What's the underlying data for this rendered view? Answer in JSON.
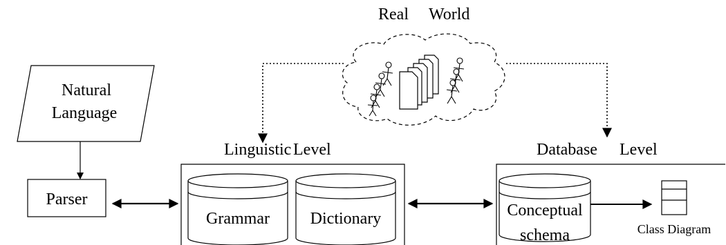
{
  "diagram": {
    "real_world": {
      "label_1": "Real",
      "label_2": "World"
    },
    "natural_language": {
      "line_1": "Natural",
      "line_2": "Language"
    },
    "parser": {
      "label": "Parser"
    },
    "linguistic_level": {
      "label_1": "Linguistic",
      "label_2": "Level",
      "grammar": "Grammar",
      "dictionary": "Dictionary"
    },
    "database_level": {
      "label_1": "Database",
      "label_2": "Level",
      "schema_line_1": "Conceptual",
      "schema_line_2": "schema",
      "class_diagram": "Class Diagram"
    }
  },
  "colors": {
    "stroke": "#000000",
    "fill": "#ffffff"
  }
}
